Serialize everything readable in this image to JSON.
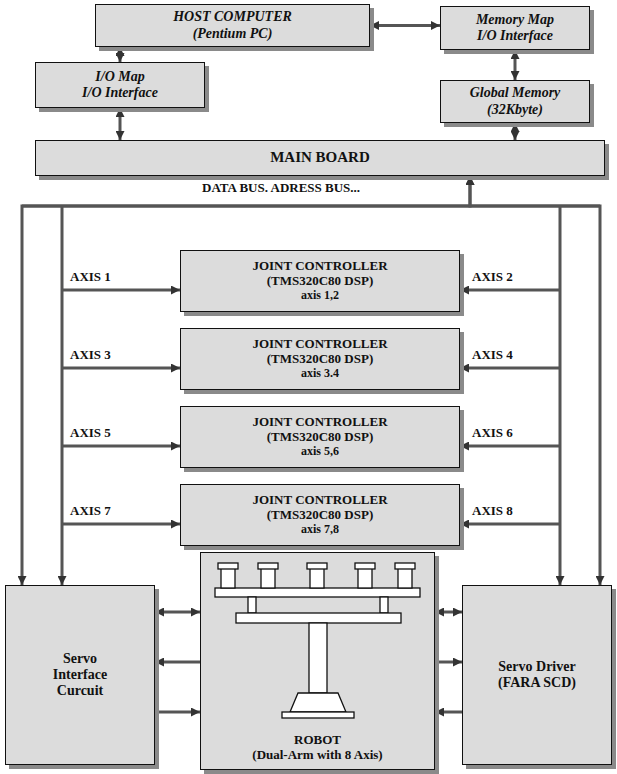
{
  "diagram": {
    "nodes": [
      {
        "text": [
          "HOST COMPUTER",
          "(Pentium PC)"
        ]
      },
      {
        "text": [
          "Memory Map",
          "I/O Interface"
        ]
      },
      {
        "text": [
          "I/O Map",
          "I/O Interface"
        ]
      },
      {
        "text": [
          "Global Memory (32Kbyte)"
        ]
      },
      {
        "text": [
          "MAIN BOARD"
        ]
      },
      {
        "text": [
          "JOINT CONTROLLER",
          "(TMS320C80 DSP)",
          "axis 1,2"
        ]
      },
      {
        "text": [
          "JOINT CONTROLLER",
          "(TMS320C80 DSP)",
          "axis 3.4"
        ]
      },
      {
        "text": [
          "JOINT CONTROLLER",
          "(TMS320C80 DSP)",
          "axis 5,6"
        ]
      },
      {
        "text": [
          "JOINT CONTROLLER",
          "(TMS320C80 DSP)",
          "axis 7,8"
        ]
      },
      {
        "text": [
          "Servo Interface Curcuit"
        ]
      },
      {
        "text": [
          "ROBOT",
          "(Dual-Arm with 8 Axis)"
        ]
      },
      {
        "text": [
          "Servo Driver (FARA SCD)"
        ]
      }
    ],
    "edges": [
      {
        "from": 0,
        "to": 1,
        "arrow": "both"
      },
      {
        "from": 0,
        "to": 2,
        "arrow": "both"
      },
      {
        "from": 1,
        "to": 3,
        "arrow": "both"
      },
      {
        "from": 2,
        "to": 4,
        "arrow": "both"
      },
      {
        "from": 3,
        "to": 4,
        "arrow": "both"
      },
      {
        "from": 4,
        "to": 9,
        "arrow": "both"
      },
      {
        "from": 4,
        "to": 11,
        "arrow": "both"
      },
      {
        "from": 9,
        "to": 10,
        "arrow": "both"
      },
      {
        "from": 10,
        "to": 9,
        "arrow": "to"
      },
      {
        "from": 9,
        "to": 10,
        "arrow": "to"
      },
      {
        "from": 11,
        "to": 10,
        "arrow": "both"
      },
      {
        "from": 10,
        "to": 11,
        "arrow": "to"
      },
      {
        "from": 11,
        "to": 10,
        "arrow": "to"
      }
    ],
    "labels": [
      "DATA BUS. ADRESS BUS...",
      "AXIS 1",
      "AXIS 2",
      "AXIS 3",
      "AXIS 4",
      "AXIS 5",
      "AXIS 6",
      "AXIS 7",
      "AXIS 8"
    ]
  }
}
